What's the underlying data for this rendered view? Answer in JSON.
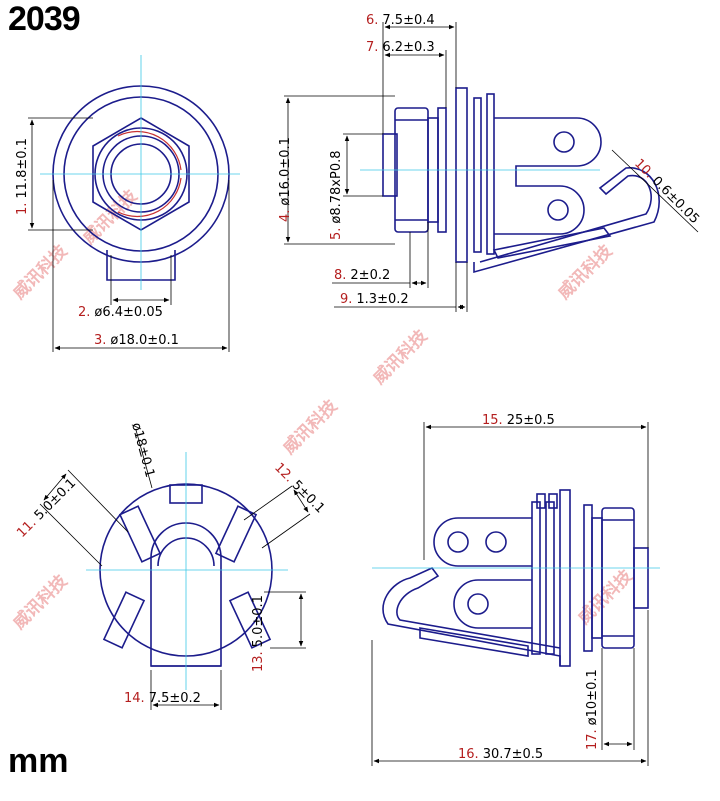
{
  "model": "2039",
  "unit": "mm",
  "watermark": "威讯科技",
  "colors": {
    "outline": "#1c1c8c",
    "center": "#3cc8e6",
    "dim": "#000000",
    "callout": "#b41e1e",
    "accent": "#c83232",
    "watermark": "#f2b8b8"
  },
  "callouts": [
    {
      "n": "1.",
      "text": "11.8±0.1"
    },
    {
      "n": "2.",
      "text": "ø6.4±0.05"
    },
    {
      "n": "3.",
      "text": "ø18.0±0.1"
    },
    {
      "n": "4.",
      "text": "ø16.0±0.1"
    },
    {
      "n": "5.",
      "text": "ø8.78xP0.8"
    },
    {
      "n": "6.",
      "text": "7.5±0.4"
    },
    {
      "n": "7.",
      "text": "6.2±0.3"
    },
    {
      "n": "8.",
      "text": "2±0.2"
    },
    {
      "n": "9.",
      "text": "1.3±0.2"
    },
    {
      "n": "10.",
      "text": "0.6±0.05"
    },
    {
      "n": "11.",
      "text": "5.0±0.1"
    },
    {
      "n": "12.",
      "text": "5±0.1"
    },
    {
      "n": "13.",
      "text": "5.0±0.1"
    },
    {
      "n": "14.",
      "text": "7.5±0.2"
    },
    {
      "n": "15.",
      "text": "25±0.5"
    },
    {
      "n": "16.",
      "text": "30.7±0.5"
    },
    {
      "n": "17.",
      "text": "ø10±0.1"
    },
    {
      "n": "",
      "text": "ø18±0.1"
    }
  ]
}
